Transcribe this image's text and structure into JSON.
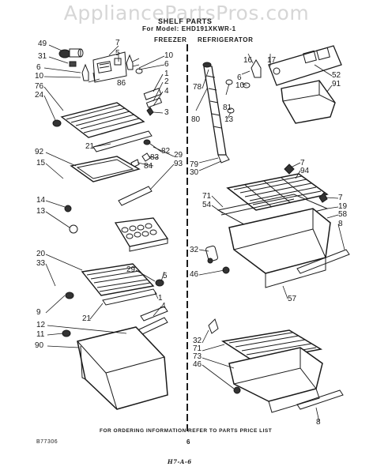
{
  "watermark": "AppliancePartsPros.com",
  "header": {
    "title": "SHELF PARTS",
    "model_line": "For Model: EHD191XKWR-1",
    "freezer": "FREEZER",
    "refrigerator": "REFRIGERATOR"
  },
  "footer": {
    "code": "B77306",
    "ordering_note": "FOR ORDERING INFORMATION REFER TO PARTS PRICE LIST",
    "page_number": "6",
    "handwritten": "H7-A-6"
  },
  "callouts": {
    "c49": "49",
    "c31": "31",
    "c6a": "6",
    "c10a": "10",
    "c76": "76",
    "c24": "24",
    "c7a": "7",
    "c5a": "5",
    "c86": "86",
    "c10b": "10",
    "c6b": "6",
    "c1a": "1",
    "c2a": "2",
    "c4a": "4",
    "c3": "3",
    "c21a": "21",
    "c82": "82",
    "c83": "83",
    "c84": "84",
    "c29a": "29",
    "c93": "93",
    "c92": "92",
    "c15": "15",
    "c14": "14",
    "c13a": "13",
    "c20": "20",
    "c33": "33",
    "c29b": "29",
    "c5b": "5",
    "c9": "9",
    "c1b": "1",
    "c4b": "4",
    "c21b": "21",
    "c12": "12",
    "c11": "11",
    "c90": "90",
    "c16": "16",
    "c17": "17",
    "c78": "78",
    "c6c": "6",
    "c10c": "10",
    "c52": "52",
    "c91": "91",
    "c81": "81",
    "c80": "80",
    "c13b": "13",
    "c79": "79",
    "c30": "30",
    "c7b": "7",
    "c94": "94",
    "c71a": "71",
    "c54": "54",
    "c7c": "7",
    "c19": "19",
    "c58": "58",
    "c8a": "8",
    "c32a": "32",
    "c46a": "46",
    "c57": "57",
    "c32b": "32",
    "c71b": "71",
    "c73": "73",
    "c46b": "46",
    "c8b": "8"
  }
}
